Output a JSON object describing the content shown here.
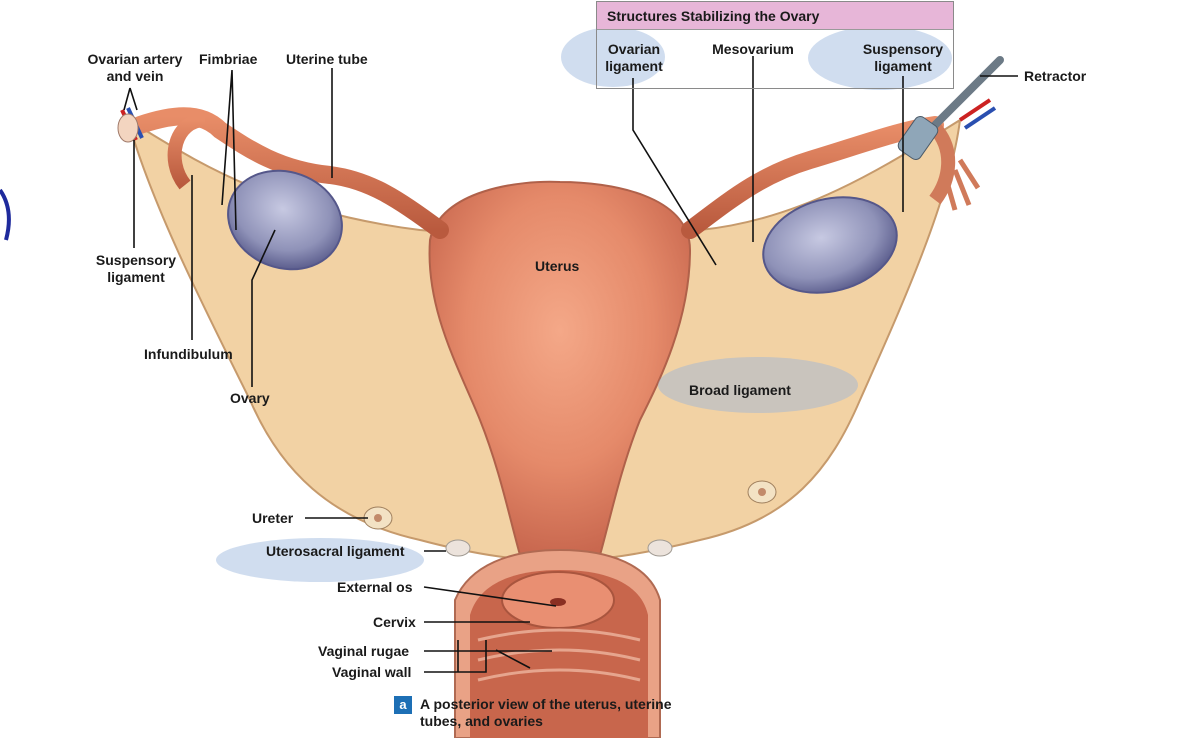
{
  "box": {
    "title": "Structures Stabilizing the Ovary",
    "items": [
      "Ovarian\nligament",
      "Mesovarium",
      "Suspensory\nligament"
    ]
  },
  "labels": {
    "ovarian_artery": "Ovarian artery\nand vein",
    "fimbriae": "Fimbriae",
    "uterine_tube": "Uterine tube",
    "retractor": "Retractor",
    "suspensory_left": "Suspensory\nligament",
    "uterus": "Uterus",
    "infundibulum": "Infundibulum",
    "ovary": "Ovary",
    "broad_ligament": "Broad ligament",
    "ureter": "Ureter",
    "uterosacral": "Uterosacral ligament",
    "external_os": "External os",
    "cervix": "Cervix",
    "vaginal_rugae": "Vaginal rugae",
    "vaginal_wall": "Vaginal wall"
  },
  "caption": {
    "badge": "a",
    "text": "A posterior view of the uterus, uterine\ntubes, and ovaries"
  },
  "colors": {
    "tissue": "#f2d2a4",
    "uterus": "#e58a6a",
    "ovary": "#8f92b8",
    "highlight": "#96b4dc",
    "box_header": "#e7b6d8",
    "badge": "#1d6fb5"
  }
}
